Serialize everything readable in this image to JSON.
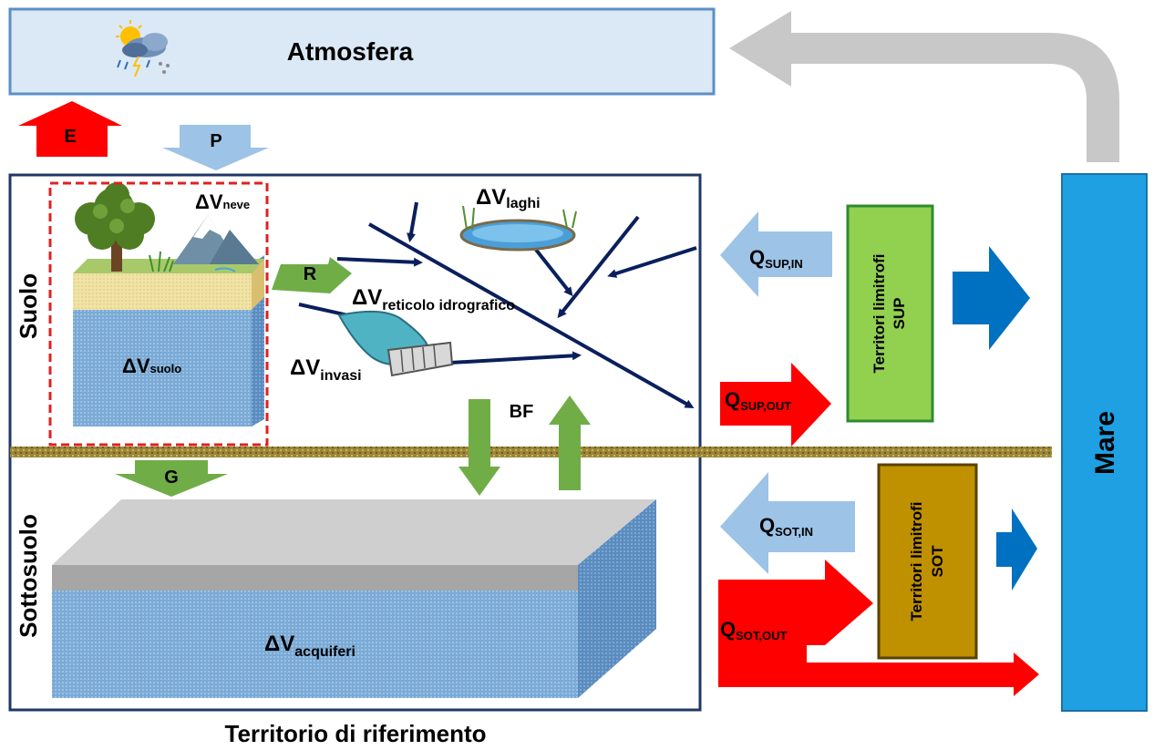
{
  "atmosphere": {
    "label": "Atmosfera"
  },
  "sea": {
    "label": "Mare"
  },
  "territory": {
    "caption": "Territorio di riferimento"
  },
  "layers": {
    "soil": "Suolo",
    "subsoil": "Sottosuolo"
  },
  "fluxes": {
    "evaporation": "E",
    "precipitation": "P",
    "runoff": "R",
    "infiltration": "G",
    "baseflow": "BF"
  },
  "storages": {
    "snow": {
      "symbol": "ΔV",
      "sub": "neve"
    },
    "soil": {
      "symbol": "ΔV",
      "sub": "suolo"
    },
    "lakes": {
      "symbol": "ΔV",
      "sub": "laghi"
    },
    "network": {
      "symbol": "ΔV",
      "sub": "reticolo idrografico"
    },
    "reservoirs": {
      "symbol": "ΔV",
      "sub": "invasi"
    },
    "aquifers": {
      "symbol": "ΔV",
      "sub": "acquiferi"
    }
  },
  "exchanges": {
    "sup_in": {
      "main": "Q",
      "sub": "SUP,IN"
    },
    "sup_out": {
      "main": "Q",
      "sub": "SUP,OUT"
    },
    "sot_in": {
      "main": "Q",
      "sub": "SOT,IN"
    },
    "sot_out": {
      "main": "Q",
      "sub": "SOT,OUT"
    }
  },
  "neighbors": {
    "surface": {
      "line1": "Territori limitrofi",
      "line2": "SUP"
    },
    "subsurface": {
      "line1": "Territori limitrofi",
      "line2": "SOT"
    }
  },
  "colors": {
    "atmosphere_fill": "#dbe8f5",
    "atmosphere_border": "#5b8fc7",
    "sea": "#1ea0e3",
    "red_arrow": "#ff0000",
    "lightblue_arrow": "#9dc3e6",
    "green_arrow": "#70ad47",
    "blue_arrow": "#0070c0",
    "grey_arrow": "#c8c8c8",
    "river": "#0a1f5c",
    "surface_box": "#92d050",
    "subsurface_box": "#bf9000"
  }
}
